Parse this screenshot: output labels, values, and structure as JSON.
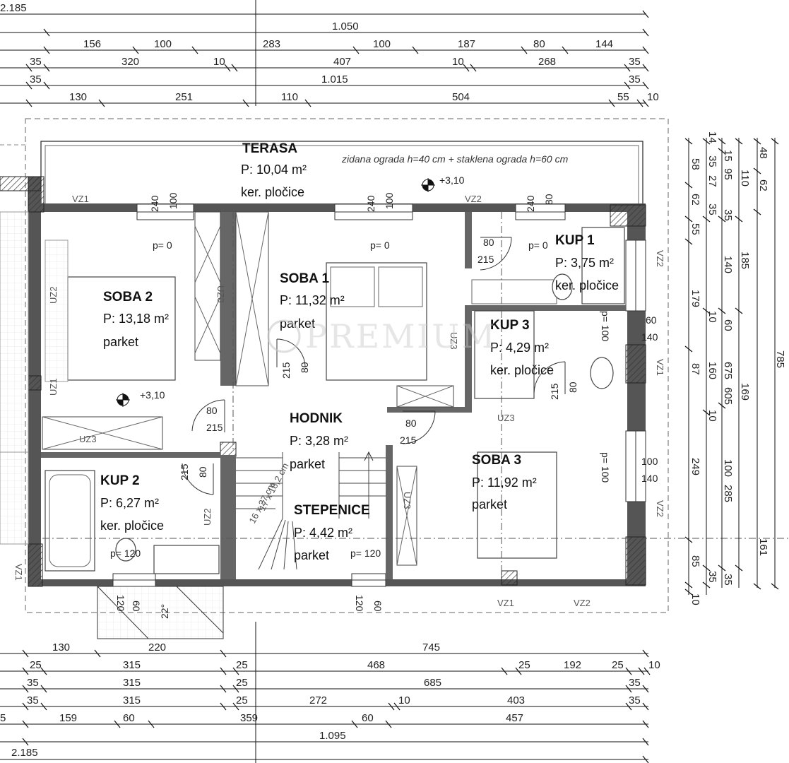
{
  "dimensions_top": {
    "row1": [
      "2.185"
    ],
    "row2": [
      "1.050"
    ],
    "row3": [
      "156",
      "100",
      "283",
      "100",
      "187",
      "80",
      "144"
    ],
    "row4": [
      "35",
      "320",
      "10",
      "407",
      "10",
      "268",
      "35"
    ],
    "row5": [
      "35",
      "1.015",
      "35"
    ],
    "row6": [
      "130",
      "251",
      "110",
      "504",
      "55",
      "10"
    ]
  },
  "dimensions_bottom": {
    "row1": [
      "130",
      "220",
      "745"
    ],
    "row2": [
      "25",
      "315",
      "25",
      "468",
      "25",
      "192",
      "25",
      "10"
    ],
    "row3": [
      "35",
      "315",
      "25",
      "685",
      "35"
    ],
    "row4": [
      "35",
      "315",
      "25",
      "272",
      "10",
      "403",
      "35"
    ],
    "row5": [
      "5",
      "159",
      "60",
      "359",
      "60",
      "457"
    ],
    "row6": [
      "1.095"
    ],
    "row7": [
      "2.185"
    ]
  },
  "dimensions_right": {
    "col1": [
      "58",
      "62",
      "55",
      "179",
      "87",
      "249",
      "85",
      "10"
    ],
    "col2": [
      "14",
      "35",
      "27",
      "35",
      "10",
      "160",
      "10",
      "35"
    ],
    "col3": [
      "15",
      "95",
      "35",
      "140",
      "60",
      "605",
      "100",
      "285",
      "35"
    ],
    "col4": [
      "110",
      "185",
      "169",
      "675"
    ],
    "col5": [
      "48",
      "62",
      "161"
    ],
    "col6": [
      "785"
    ]
  },
  "rooms": {
    "terasa": {
      "name": "TERASA",
      "area": "P: 10,04 m²",
      "floor": "ker. pločice"
    },
    "soba1": {
      "name": "SOBA 1",
      "area": "P: 11,32 m²",
      "floor": "parket"
    },
    "soba2": {
      "name": "SOBA 2",
      "area": "P: 13,18 m²",
      "floor": "parket"
    },
    "soba3": {
      "name": "SOBA 3",
      "area": "P: 11,92 m²",
      "floor": "parket"
    },
    "kup1": {
      "name": "KUP 1",
      "area": "P: 3,75 m²",
      "floor": "ker. pločice"
    },
    "kup2": {
      "name": "KUP 2",
      "area": "P: 6,27 m²",
      "floor": "ker. pločice"
    },
    "kup3": {
      "name": "KUP 3",
      "area": "P: 4,29 m²",
      "floor": "ker. pločice"
    },
    "hodnik": {
      "name": "HODNIK",
      "area": "P: 3,28 m²",
      "floor": "parket"
    },
    "stepenice": {
      "name": "STEPENICE",
      "area": "P: 4,42 m²",
      "floor": "parket"
    }
  },
  "terrace_note": "zidana ograda h=40 cm + staklena ograda h=60 cm",
  "levels": {
    "terasa": "+3,10",
    "soba2": "+3,10"
  },
  "parapets": {
    "p0": "p= 0",
    "p120": "p= 120",
    "p100": "p= 100"
  },
  "openings": {
    "w240": "240",
    "w100": "100",
    "w80": "80",
    "w215": "215",
    "w60": "60",
    "w140": "140",
    "w120": "120",
    "angle": "22°"
  },
  "tags": {
    "vz1": "VZ1",
    "vz2": "VZ2",
    "uz1": "UZ1",
    "uz2": "UZ2",
    "uz3": "UZ3"
  },
  "stair_note": [
    "17 x 18,2 cm",
    "16 x 27 cm"
  ],
  "watermark": "PREMIUM"
}
